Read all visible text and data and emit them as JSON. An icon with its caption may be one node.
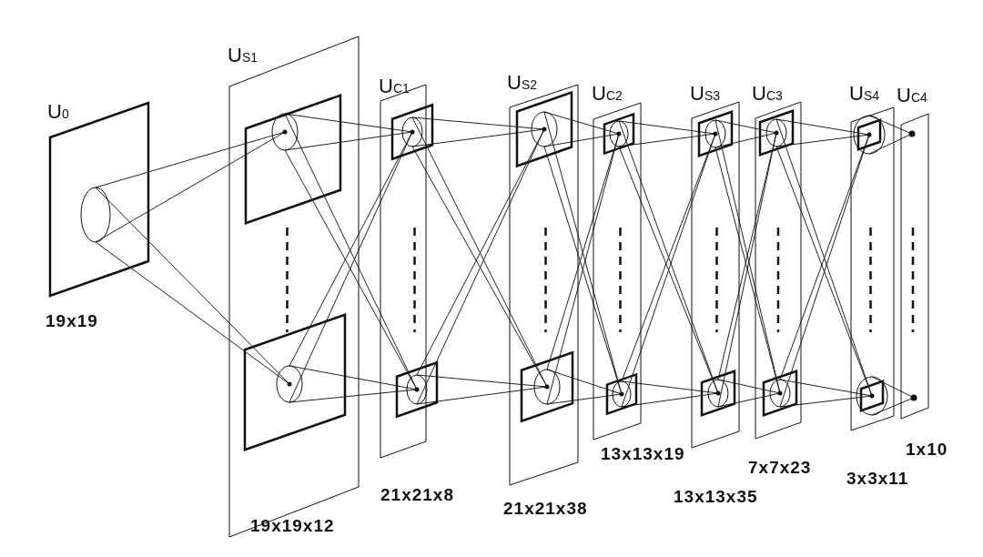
{
  "diagram": {
    "nodes": [
      {
        "text": [
          "U$_{0}$"
        ],
        "beside": [
          "19x19"
        ]
      },
      {
        "text": [
          "U$_{S1}$"
        ],
        "beside": [
          "19x19x12"
        ]
      },
      {
        "text": [
          "U$_{C1}$"
        ],
        "beside": [
          "21x21x8"
        ]
      },
      {
        "text": [
          "U$_{S2}$"
        ],
        "beside": [
          "21x21x38"
        ]
      },
      {
        "text": [
          "U$_{C2}$"
        ],
        "beside": [
          "13x13x19"
        ]
      },
      {
        "text": [
          "U$_{S3}$"
        ],
        "beside": [
          "13x13x35"
        ]
      },
      {
        "text": [
          "U$_{C3}$"
        ],
        "beside": [
          "7x7x23"
        ]
      },
      {
        "text": [
          "U$_{S4}$"
        ],
        "beside": [
          "3x3x11"
        ]
      },
      {
        "text": [
          "U$_{C4}$"
        ],
        "beside": [
          "1x10"
        ]
      }
    ],
    "edges": [
      {
        "from": 0,
        "to": 1,
        "arrow": "none"
      },
      {
        "from": 1,
        "to": 2,
        "arrow": "none"
      },
      {
        "from": 2,
        "to": 3,
        "arrow": "none"
      },
      {
        "from": 3,
        "to": 4,
        "arrow": "none"
      },
      {
        "from": 4,
        "to": 5,
        "arrow": "none"
      },
      {
        "from": 5,
        "to": 6,
        "arrow": "none"
      },
      {
        "from": 6,
        "to": 7,
        "arrow": "none"
      },
      {
        "from": 7,
        "to": 8,
        "arrow": "none"
      }
    ]
  }
}
